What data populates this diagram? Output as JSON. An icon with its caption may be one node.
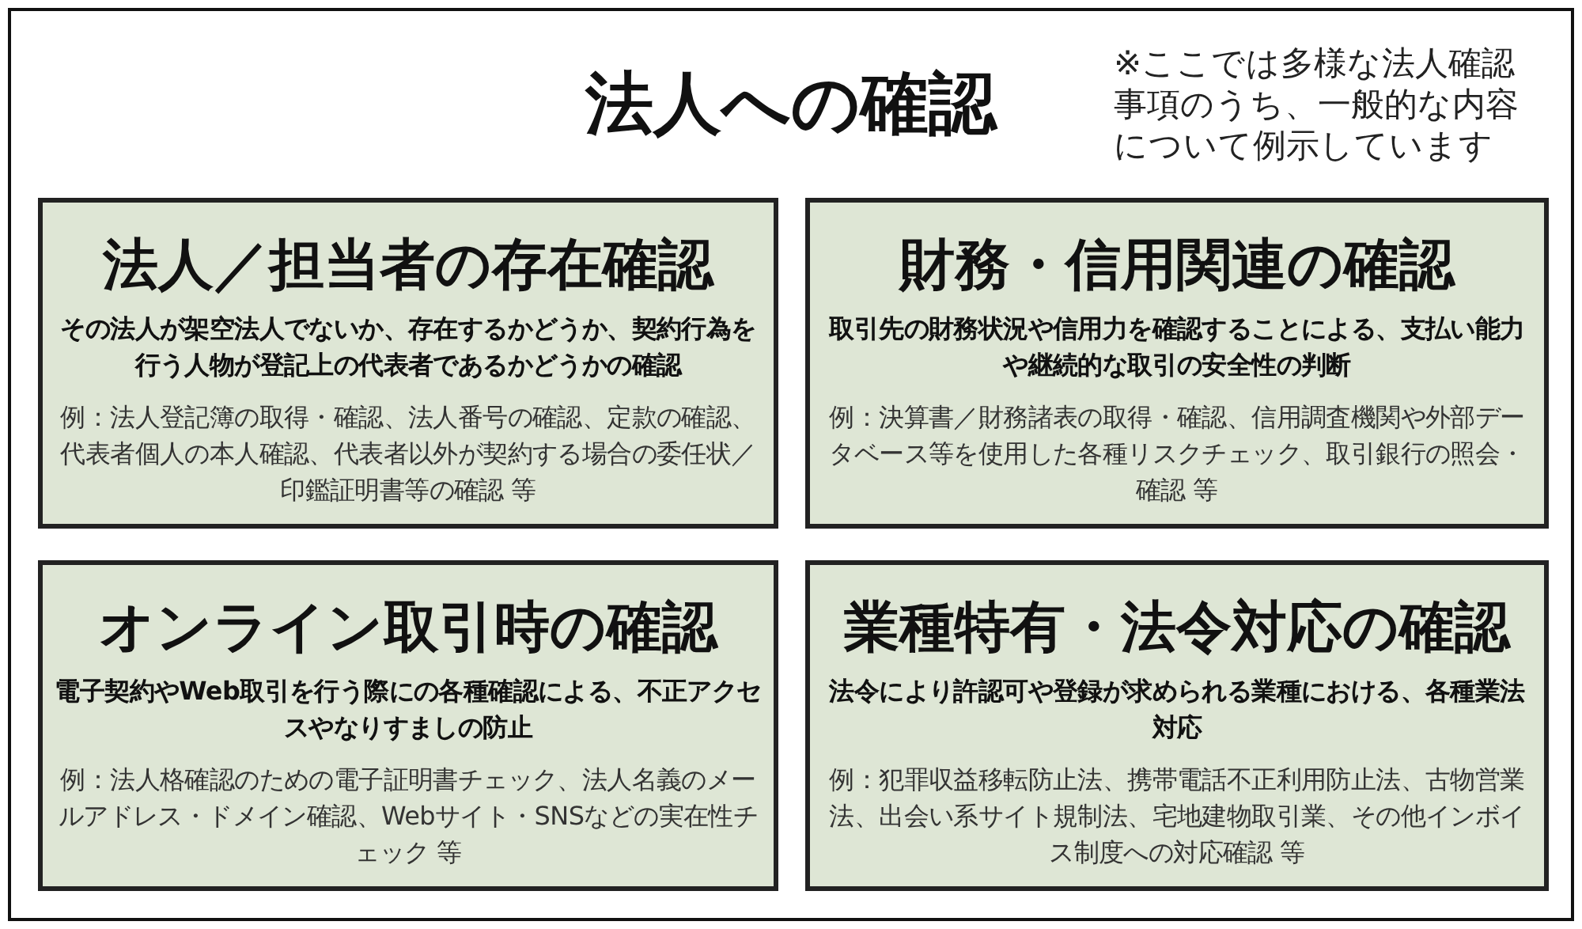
{
  "diagram": {
    "title": "法人への確認",
    "nodes": [
      {
        "text": [
          "法人／担当者の存在確認",
          "その法人が架空法人でないか、存在するかどうか、契約行為を行う人物が登記上の代表者であるかどうかの確認",
          "例：法人登記簿の取得・確認、法人番号の確認、定款の確認、代表者個人の本人確認、代表者以外が契約する場合の委任状／印鑑証明書等の確認 等"
        ]
      },
      {
        "text": [
          "財務・信用関連の確認",
          "取引先の財務状況や信用力を確認することによる、支払い能力や継続的な取引の安全性の判断",
          "例：決算書／財務諸表の取得・確認、信用調査機関や外部データベース等を使用した各種リスクチェック、取引銀行の照会・確認 等"
        ]
      },
      {
        "text": [
          "オンライン取引時の確認",
          "電子契約やWeb取引を行う際にの各種確認による、不正アクセスやなりすましの防止",
          "例：法人格確認のための電子証明書チェック、法人名義のメールアドレス・ドメイン確認、Webサイト・SNSなどの実在性チェック 等"
        ]
      },
      {
        "text": [
          "業種特有・法令対応の確認",
          "法令により許認可や登録が求められる業種における、各種業法対応",
          "例：犯罪収益移転防止法、携帯電話不正利用防止法、古物営業法、出会い系サイト規制法、宅地建物取引業、その他インボイス制度への対応確認 等"
        ]
      }
    ],
    "labels": [
      "※ここでは多様な法人確認事項のうち、一般的な内容について例示しています"
    ]
  }
}
